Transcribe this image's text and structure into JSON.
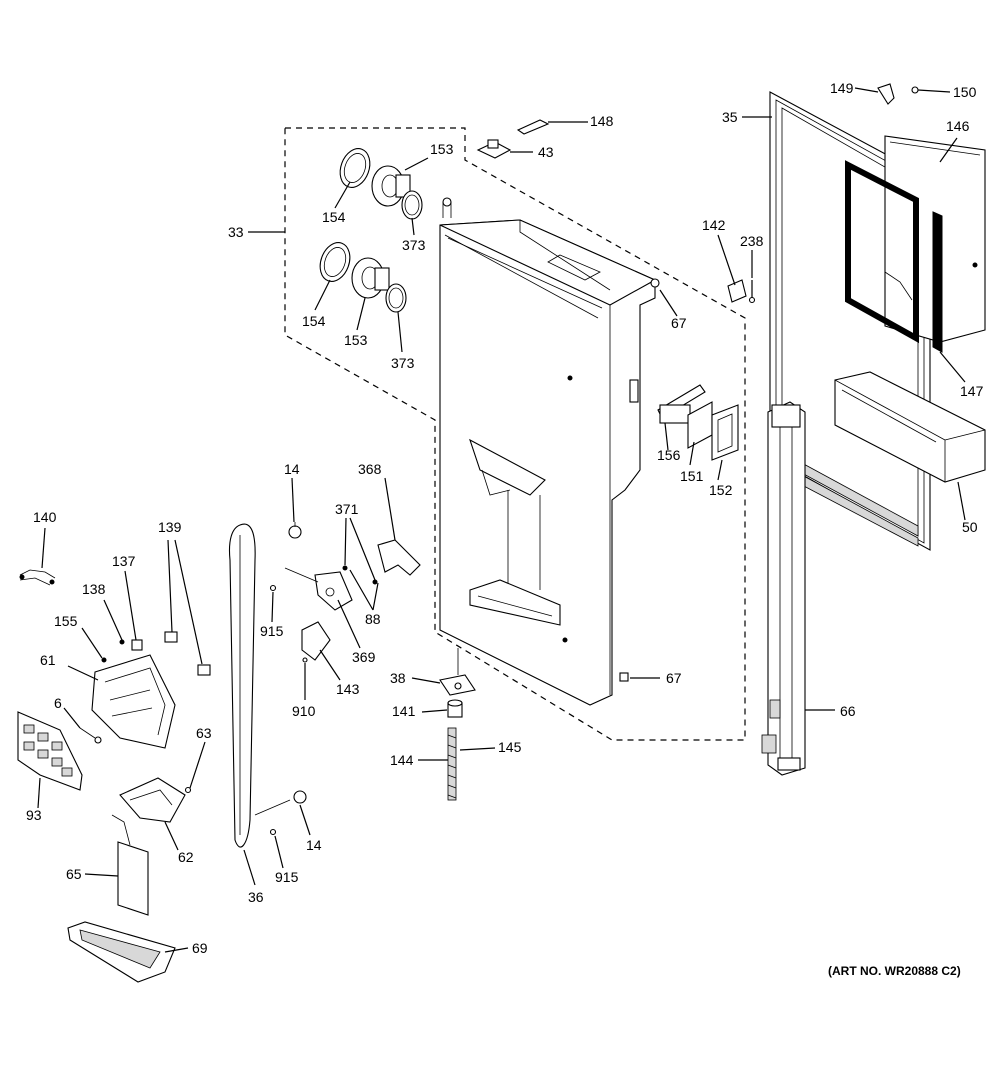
{
  "diagram": {
    "art_number": "(ART NO. WR20888 C2)",
    "callouts": [
      {
        "id": "c149",
        "text": "149"
      },
      {
        "id": "c150",
        "text": "150"
      },
      {
        "id": "c35",
        "text": "35"
      },
      {
        "id": "c146",
        "text": "146"
      },
      {
        "id": "c148",
        "text": "148"
      },
      {
        "id": "c43",
        "text": "43"
      },
      {
        "id": "c153a",
        "text": "153"
      },
      {
        "id": "c154a",
        "text": "154"
      },
      {
        "id": "c373a",
        "text": "373"
      },
      {
        "id": "c33",
        "text": "33"
      },
      {
        "id": "c154b",
        "text": "154"
      },
      {
        "id": "c153b",
        "text": "153"
      },
      {
        "id": "c373b",
        "text": "373"
      },
      {
        "id": "c142",
        "text": "142"
      },
      {
        "id": "c238",
        "text": "238"
      },
      {
        "id": "c67a",
        "text": "67"
      },
      {
        "id": "c147",
        "text": "147"
      },
      {
        "id": "c156",
        "text": "156"
      },
      {
        "id": "c151",
        "text": "151"
      },
      {
        "id": "c152",
        "text": "152"
      },
      {
        "id": "c50",
        "text": "50"
      },
      {
        "id": "c14a",
        "text": "14"
      },
      {
        "id": "c368",
        "text": "368"
      },
      {
        "id": "c371",
        "text": "371"
      },
      {
        "id": "c140",
        "text": "140"
      },
      {
        "id": "c139",
        "text": "139"
      },
      {
        "id": "c137",
        "text": "137"
      },
      {
        "id": "c138",
        "text": "138"
      },
      {
        "id": "c155",
        "text": "155"
      },
      {
        "id": "c61",
        "text": "61"
      },
      {
        "id": "c915a",
        "text": "915"
      },
      {
        "id": "c88",
        "text": "88"
      },
      {
        "id": "c369",
        "text": "369"
      },
      {
        "id": "c143",
        "text": "143"
      },
      {
        "id": "c910",
        "text": "910"
      },
      {
        "id": "c38",
        "text": "38"
      },
      {
        "id": "c67b",
        "text": "67"
      },
      {
        "id": "c66",
        "text": "66"
      },
      {
        "id": "c141",
        "text": "141"
      },
      {
        "id": "c144",
        "text": "144"
      },
      {
        "id": "c145",
        "text": "145"
      },
      {
        "id": "c6",
        "text": "6"
      },
      {
        "id": "c63",
        "text": "63"
      },
      {
        "id": "c93",
        "text": "93"
      },
      {
        "id": "c62",
        "text": "62"
      },
      {
        "id": "c14b",
        "text": "14"
      },
      {
        "id": "c915b",
        "text": "915"
      },
      {
        "id": "c36",
        "text": "36"
      },
      {
        "id": "c65",
        "text": "65"
      },
      {
        "id": "c69",
        "text": "69"
      }
    ]
  }
}
